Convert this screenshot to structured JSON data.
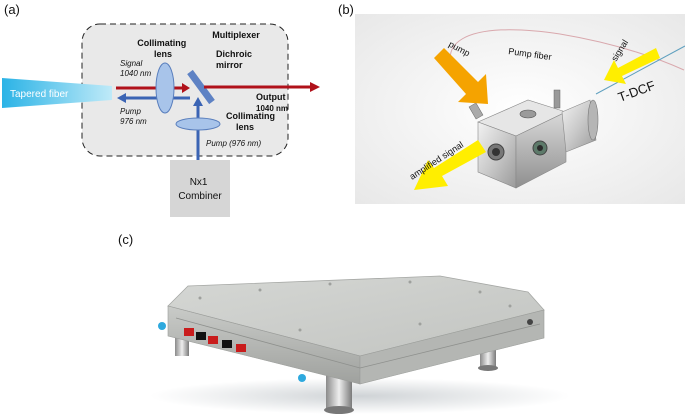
{
  "panels": {
    "a": "(a)",
    "b": "(b)",
    "c": "(c)"
  },
  "diagram_a": {
    "box_title": "Multiplexer",
    "tapered_fiber": "Tapered fiber",
    "collimating_lens_1": [
      "Collimating",
      "lens"
    ],
    "signal_label": [
      "Signal",
      "1040 nm"
    ],
    "pump_label": [
      "Pump",
      "976 nm"
    ],
    "dichroic_mirror": [
      "Dichroic",
      "mirror"
    ],
    "output_label": [
      "Output",
      "1040 nm"
    ],
    "collimating_lens_2": [
      "Collimating",
      "lens"
    ],
    "pump_lower": "Pump (976 nm)",
    "combiner": [
      "Nx1",
      "Combiner"
    ]
  },
  "photo_b": {
    "pump": "pump",
    "pump_fiber": "Pump fiber",
    "signal": "signal",
    "t_dcf": "T-DCF",
    "amplified_signal": "amplified signal"
  },
  "colors": {
    "signal_red": "#b0111a",
    "pump_blue": "#3b64b4",
    "lens_blue": "#a8c4ea",
    "fiber_cyan": "#35b8e0",
    "box_gray": "#e9e9e9",
    "arrow_yellow": "#ffee00",
    "arrow_orange": "#f5a300"
  }
}
